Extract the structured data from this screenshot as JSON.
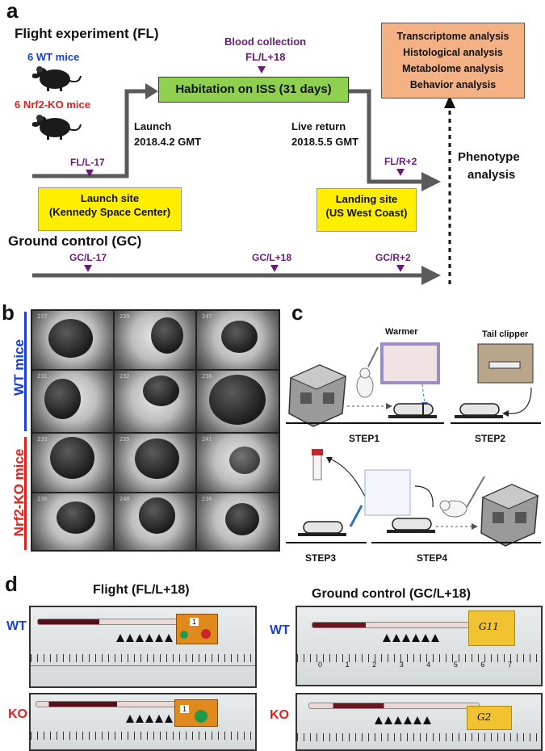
{
  "panels": {
    "a": "a",
    "b": "b",
    "c": "c",
    "d": "d"
  },
  "panel_a": {
    "flight_title": "Flight experiment (FL)",
    "wt_mice": "6 WT mice",
    "ko_mice": "6 Nrf2-KO mice",
    "fl_l17": "FL/L-17",
    "blood_collection": "Blood collection",
    "fl_l18": "FL/L+18",
    "habitation": "Habitation on ISS (31 days)",
    "launch_title": "Launch",
    "launch_date": "2018.4.2 GMT",
    "return_title": "Live return",
    "return_date": "2018.5.5 GMT",
    "fl_r2": "FL/R+2",
    "launch_site_1": "Launch site",
    "launch_site_2": "(Kennedy Space Center)",
    "landing_site_1": "Landing site",
    "landing_site_2": "(US West Coast)",
    "analyses": [
      "Transcriptome analysis",
      "Histological analysis",
      "Metabolome analysis",
      "Behavior analysis"
    ],
    "phenotype_1": "Phenotype",
    "phenotype_2": "analysis",
    "ground_title": "Ground control (GC)",
    "gc_l17": "GC/L-17",
    "gc_l18": "GC/L+18",
    "gc_r2": "GC/R+2",
    "colors": {
      "wt": "#1a3fd6",
      "ko": "#e0211d",
      "purple": "#6a1a7a",
      "green_box": "#8fd14f",
      "orange_box": "#f4b183",
      "yellow_box": "#ffee00",
      "arrow": "#5a5a5a"
    }
  },
  "panel_b": {
    "wt_label": "WT mice",
    "ko_label": "Nrf2-KO mice",
    "cell_numbers": [
      "237",
      "239",
      "247",
      "231",
      "232",
      "238",
      "233",
      "235",
      "241",
      "236",
      "240",
      "230"
    ]
  },
  "panel_c": {
    "warmer": "Warmer",
    "tail_clipper": "Tail clipper",
    "steps": [
      "STEP1",
      "STEP2",
      "STEP3",
      "STEP4"
    ]
  },
  "panel_d": {
    "flight_title": "Flight (FL/L+18)",
    "ground_title": "Ground control (GC/L+18)",
    "wt": "WT",
    "ko": "KO",
    "tube_labels": [
      "1",
      "1",
      "G11",
      "G2"
    ],
    "ruler_numbers": [
      "0",
      "1",
      "2",
      "3",
      "4",
      "5",
      "6",
      "7"
    ]
  }
}
